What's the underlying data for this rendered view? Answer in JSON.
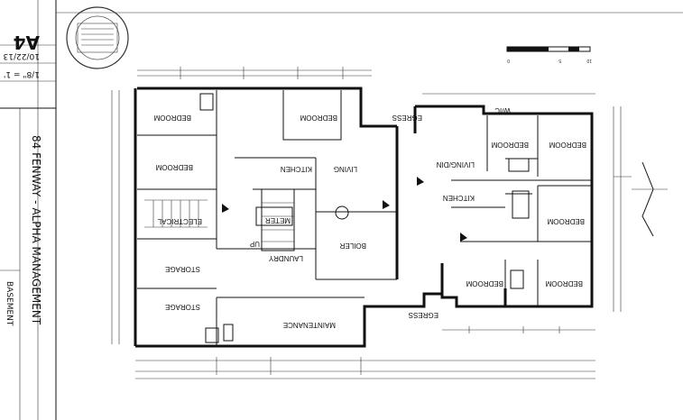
{
  "title_block": {
    "sheet_number": "A4",
    "date": "10/22/13",
    "scale": "1/8\" = 1'",
    "project": "84 FENWAY - ALPHA MANAGEMENT",
    "level": "BASEMENT"
  },
  "scale_bar": {
    "labels": [
      "0",
      "5",
      "10"
    ]
  },
  "rooms": {
    "bedroom_a": "BEDROOM",
    "bedroom_b": "BEDROOM",
    "bedroom_c": "BEDROOM",
    "kitchen_a": "KITCHEN",
    "living_a": "LIVING",
    "electrical": "ELECTRICAL",
    "meter": "METER",
    "up": "UP",
    "laundry": "LAUNDRY",
    "boiler": "BOILER",
    "storage_a": "STORAGE",
    "storage_b": "STORAGE",
    "maintenance": "MAINTENANCE",
    "egress_a": "EGRESS",
    "egress_b": "EGRESS",
    "wic": "W/IC",
    "living_dining": "LIVING/DIN",
    "bedroom_d": "BEDROOM",
    "bedroom_e": "BEDROOM",
    "kitchen_b": "KITCHEN",
    "bedroom_f": "BEDROOM",
    "bedroom_g": "BEDROOM",
    "bedroom_h": "BEDROOM"
  }
}
